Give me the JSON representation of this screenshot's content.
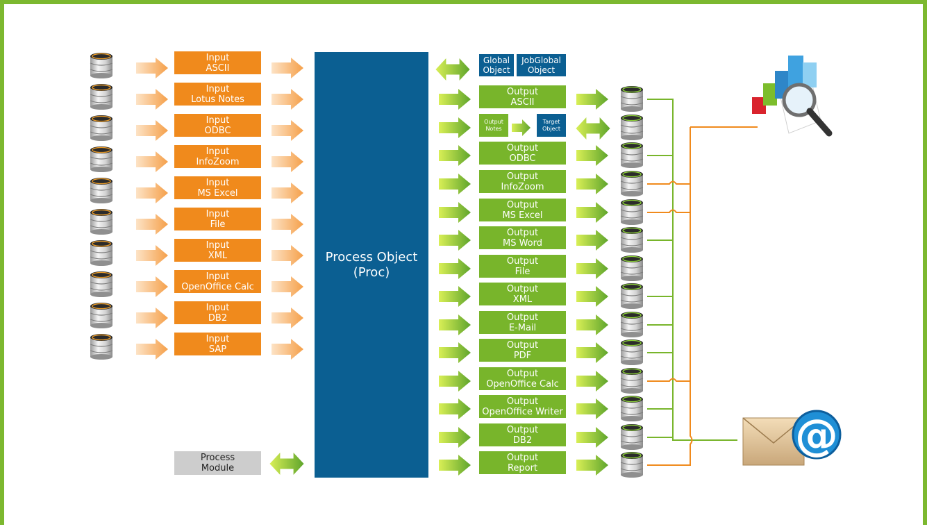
{
  "inputs": [
    "Input\nASCII",
    "Input\nLotus Notes",
    "Input\nODBC",
    "Input\nInfoZoom",
    "Input\nMS Excel",
    "Input\nFile",
    "Input\nXML",
    "Input\nOpenOffice Calc",
    "Input\nDB2",
    "Input\nSAP"
  ],
  "process_object": "Process Object\n(Proc)",
  "process_module": "Process\nModule",
  "global_object": "Global\nObject",
  "jobglobal_object": "JobGlobal\nObject",
  "output_notes": "Output\nNotes",
  "target_object": "Target\nObject",
  "outputs": [
    "Output\nASCII",
    "Output\nODBC",
    "Output\nInfoZoom",
    "Output\nMS Excel",
    "Output\nMS Word",
    "Output\nFile",
    "Output\nXML",
    "Output\nE-Mail",
    "Output\nPDF",
    "Output\nOpenOffice Calc",
    "Output\nOpenOffice Writer",
    "Output\nDB2",
    "Output\nReport"
  ],
  "icons": {
    "database": "database-icon",
    "report": "report-analysis-icon",
    "email": "email-icon"
  },
  "colors": {
    "frame": "#7cb82f",
    "input": "#f08a1c",
    "output": "#78b52b",
    "process": "#0b5f92",
    "module": "#cdcdcd",
    "line_orange": "#f08a1c",
    "line_green": "#78b52b"
  }
}
